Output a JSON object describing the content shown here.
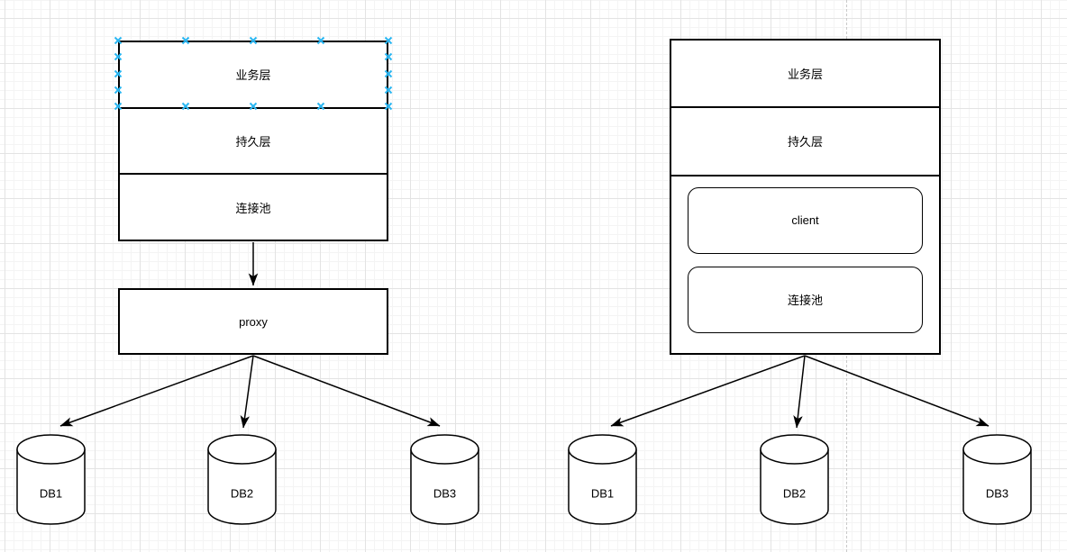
{
  "canvas": {
    "background": "#ffffff",
    "grid_minor_color": "#f4f4f4",
    "grid_major_color": "#e3e3e3",
    "page_divider_color": "#c9c9c9",
    "shape_stroke_color": "#000000",
    "connection_point_color": "#29b6f2"
  },
  "left": {
    "stack": [
      {
        "label": "业务层"
      },
      {
        "label": "持久层"
      },
      {
        "label": "连接池"
      }
    ],
    "proxy": {
      "label": "proxy"
    },
    "dbs": [
      {
        "label": "DB1"
      },
      {
        "label": "DB2"
      },
      {
        "label": "DB3"
      }
    ]
  },
  "right": {
    "stack": [
      {
        "label": "业务层"
      },
      {
        "label": "持久层"
      }
    ],
    "inner": [
      {
        "label": "client"
      },
      {
        "label": "连接池"
      }
    ],
    "dbs": [
      {
        "label": "DB1"
      },
      {
        "label": "DB2"
      },
      {
        "label": "DB3"
      }
    ]
  },
  "edges": [
    {
      "from": "left-stack",
      "to": "proxy-box"
    },
    {
      "from": "proxy-box",
      "to": "left-db1"
    },
    {
      "from": "proxy-box",
      "to": "left-db2"
    },
    {
      "from": "proxy-box",
      "to": "left-db3"
    },
    {
      "from": "right-container",
      "to": "right-db1"
    },
    {
      "from": "right-container",
      "to": "right-db2"
    },
    {
      "from": "right-container",
      "to": "right-db3"
    }
  ]
}
